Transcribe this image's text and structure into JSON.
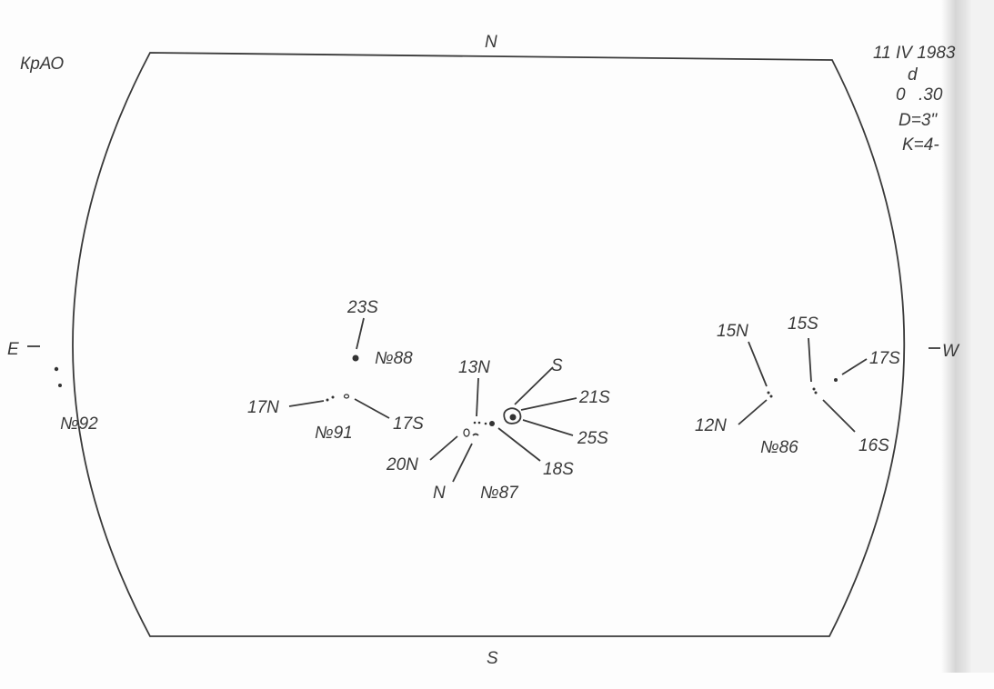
{
  "header": {
    "observatory": "КрАО",
    "date": "11 IV 1983",
    "time_main": "0",
    "time_sup": "d",
    "time_frac": ".30",
    "seeing": "D=3\"",
    "quality": "K=4-"
  },
  "compass": {
    "north": "N",
    "south": "S",
    "east": "E",
    "west": "W"
  },
  "groups": [
    {
      "label": "№92",
      "spots": []
    },
    {
      "label": "№88",
      "spots": [
        "23S"
      ]
    },
    {
      "label": "№91",
      "spots": [
        "17N",
        "17S"
      ]
    },
    {
      "label": "№87",
      "spots": [
        "13N",
        "S",
        "21S",
        "25S",
        "18S",
        "20N",
        "N"
      ]
    },
    {
      "label": "№86",
      "spots": [
        "15N",
        "15S",
        "17S",
        "12N",
        "16S"
      ]
    }
  ],
  "colors": {
    "ink": "#3a3a3a",
    "paper": "#fdfdfd",
    "fold": "#d9d9d9"
  }
}
